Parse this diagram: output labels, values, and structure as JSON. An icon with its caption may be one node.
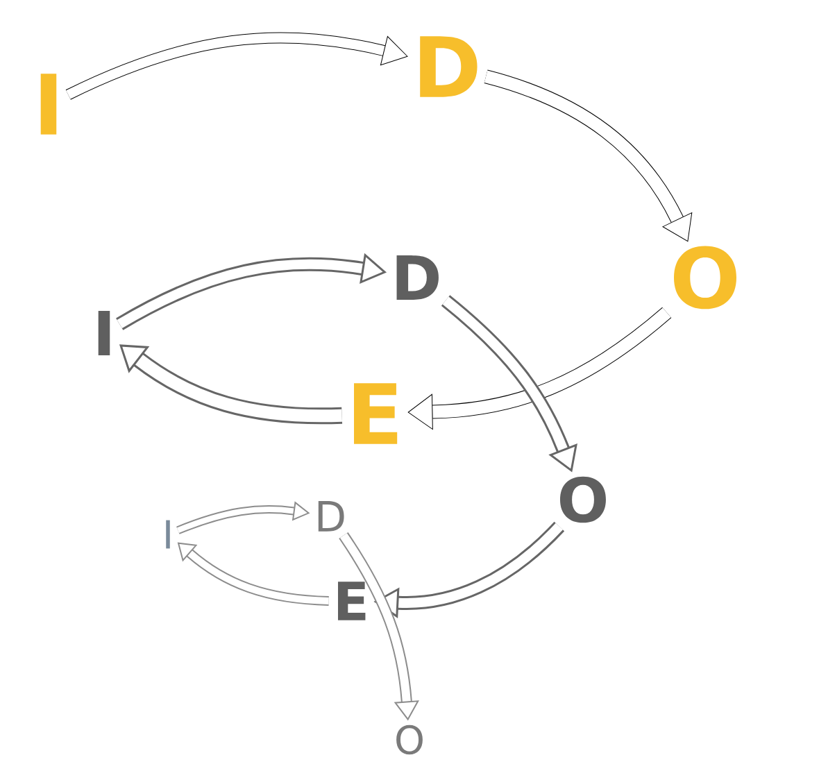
{
  "diagram": {
    "nodes": [
      {
        "text": [
          "I"
        ]
      },
      {
        "text": [
          "D"
        ]
      },
      {
        "text": [
          "O"
        ]
      },
      {
        "text": [
          "D"
        ]
      },
      {
        "text": [
          "I"
        ]
      },
      {
        "text": [
          "E"
        ]
      },
      {
        "text": [
          "O"
        ]
      },
      {
        "text": [
          "I"
        ]
      },
      {
        "text": [
          "D"
        ]
      },
      {
        "text": [
          "E"
        ]
      },
      {
        "text": [
          "O"
        ]
      }
    ],
    "edges": [
      {
        "from": 0,
        "to": 1,
        "arrow": "to",
        "color": "#000000"
      },
      {
        "from": 1,
        "to": 2,
        "arrow": "to",
        "color": "#000000"
      },
      {
        "from": 2,
        "to": 5,
        "arrow": "to",
        "color": "#000000"
      },
      {
        "from": 4,
        "to": 3,
        "arrow": "to"
      },
      {
        "from": 5,
        "to": 4,
        "arrow": "to"
      },
      {
        "from": 3,
        "to": 6,
        "arrow": "to"
      },
      {
        "from": 6,
        "to": 9,
        "arrow": "to"
      },
      {
        "from": 7,
        "to": 8,
        "arrow": "to",
        "color": "#8c8c8c"
      },
      {
        "from": 9,
        "to": 7,
        "arrow": "to",
        "color": "#8c8c8c"
      },
      {
        "from": 8,
        "to": 10,
        "arrow": "to",
        "color": "#8c8c8c"
      }
    ]
  }
}
